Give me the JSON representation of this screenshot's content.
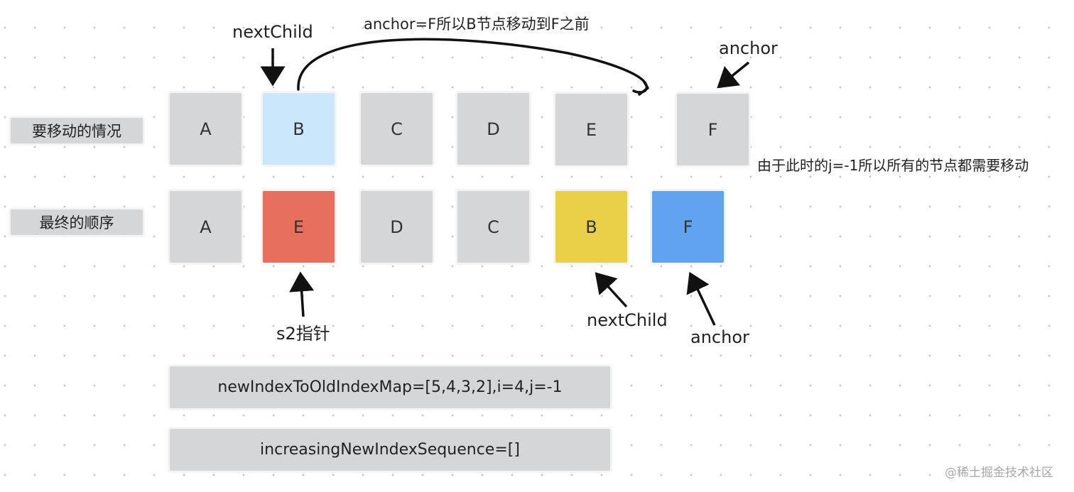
{
  "colors": {
    "node_gray": "#d5d6d8",
    "node_blue_light": "#cbe7fb",
    "node_red": "#e6705d",
    "node_yellow": "#ead049",
    "node_blue": "#62a3ef",
    "arrow": "#111111"
  },
  "rows": {
    "move_label": "要移动的情况",
    "final_label": "最终的顺序"
  },
  "row1_nodes": [
    "A",
    "B",
    "C",
    "D",
    "E",
    "F"
  ],
  "row2_nodes": [
    "A",
    "E",
    "D",
    "C",
    "B",
    "F"
  ],
  "annotations": {
    "move_note": "anchor=F所以B节点移动到F之前",
    "next_child_top": "nextChild",
    "anchor_top": "anchor",
    "all_move_note": "由于此时的j=-1所以所有的节点都需要移动",
    "s2_pointer": "s2指针",
    "next_child_bottom": "nextChild",
    "anchor_bottom": "anchor"
  },
  "state": {
    "map_text": "newIndexToOldIndexMap=[5,4,3,2],i=4,j=-1",
    "sequence_text": "increasingNewIndexSequence=[]"
  },
  "watermark": "@稀土掘金技术社区"
}
